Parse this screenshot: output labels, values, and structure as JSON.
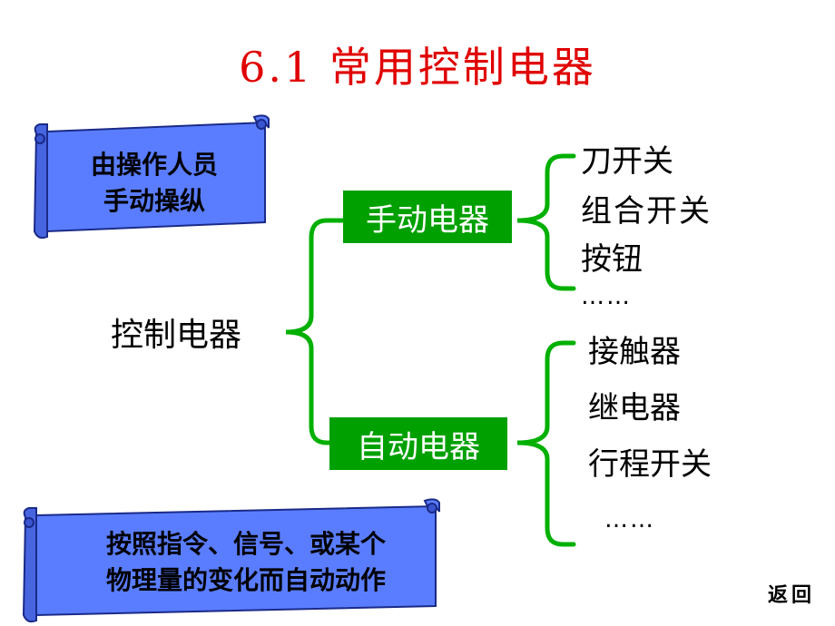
{
  "title": "6.1  常用控制电器",
  "scroll_top": {
    "line1": "由操作人员",
    "line2": "手动操纵"
  },
  "scroll_bottom": {
    "line1": "按照指令、信号、或某个",
    "line2": "物理量的变化而自动动作"
  },
  "root": "控制电器",
  "branches": {
    "manual": {
      "label": "手动电器",
      "items": [
        "刀开关",
        "组合开关",
        "按钮",
        "……"
      ]
    },
    "auto": {
      "label": "自动电器",
      "items": [
        "接触器",
        "继电器",
        "行程开关",
        "……"
      ]
    }
  },
  "nav": {
    "back": "返回"
  },
  "colors": {
    "title": "#e00000",
    "scroll_fill": "#5a7dff",
    "box_fill": "#00a000",
    "brace": "#00b000"
  }
}
